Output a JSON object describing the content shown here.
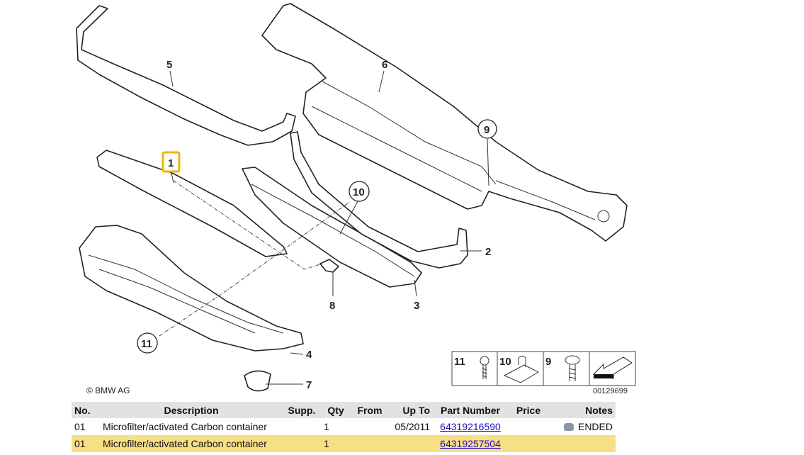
{
  "diagram": {
    "callouts": [
      "1",
      "2",
      "3",
      "4",
      "5",
      "6",
      "7",
      "8",
      "9",
      "10",
      "11"
    ],
    "highlighted_callout": "1",
    "copyright": "© BMW AG",
    "image_number": "00129699",
    "legend": [
      {
        "no": "11",
        "icon": "screw-icon"
      },
      {
        "no": "10",
        "icon": "clip-nut-icon"
      },
      {
        "no": "9",
        "icon": "pan-head-screw-icon"
      },
      {
        "no": "",
        "icon": "direction-arrow-icon"
      }
    ],
    "highlight_color": "#f0b400"
  },
  "table": {
    "headers": {
      "no": "No.",
      "description": "Description",
      "supp": "Supp.",
      "qty": "Qty",
      "from": "From",
      "up_to": "Up To",
      "part_number": "Part Number",
      "price": "Price",
      "notes": "Notes"
    },
    "rows": [
      {
        "no": "01",
        "description": "Microfilter/activated Carbon container",
        "supp": "",
        "qty": "1",
        "from": "",
        "up_to": "05/2011",
        "part_number": "64319216590",
        "price": "",
        "notes": "ENDED",
        "notes_icon": "camera-icon"
      },
      {
        "no": "01",
        "description": "Microfilter/activated Carbon container",
        "supp": "",
        "qty": "1",
        "from": "",
        "up_to": "",
        "part_number": "64319257504",
        "price": "",
        "notes": ""
      }
    ]
  }
}
